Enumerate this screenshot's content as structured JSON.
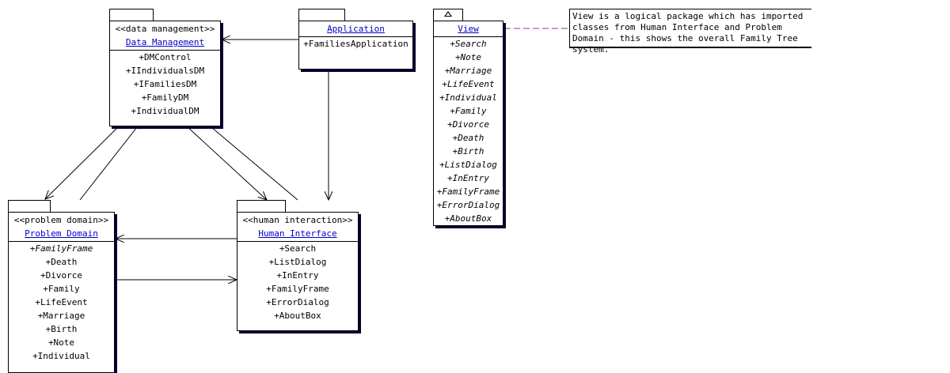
{
  "packages": {
    "data_management": {
      "stereotype": "<<data management>>",
      "name": "Data Management",
      "items": [
        "+DMControl",
        "+IIndividualsDM",
        "+IFamiliesDM",
        "+FamilyDM",
        "+IndividualDM"
      ]
    },
    "application": {
      "name": "Application",
      "items": [
        "+FamiliesApplication"
      ]
    },
    "view": {
      "name": "View",
      "items": [
        "+Search",
        "+Note",
        "+Marriage",
        "+LifeEvent",
        "+Individual",
        "+Family",
        "+Divorce",
        "+Death",
        "+Birth",
        "+ListDialog",
        "+InEntry",
        "+FamilyFrame",
        "+ErrorDialog",
        "+AboutBox"
      ]
    },
    "problem_domain": {
      "stereotype": "<<problem domain>>",
      "name": "Problem Domain",
      "items": [
        "+FamilyFrame",
        "+Death",
        "+Divorce",
        "+Family",
        "+LifeEvent",
        "+Marriage",
        "+Birth",
        "+Note",
        "+Individual"
      ]
    },
    "human_interface": {
      "stereotype": "<<human interaction>>",
      "name": "Human Interface",
      "items": [
        "+Search",
        "+ListDialog",
        "+InEntry",
        "+FamilyFrame",
        "+ErrorDialog",
        "+AboutBox"
      ]
    }
  },
  "note": {
    "text": "View is a logical package which has imported classes from Human Interface and Problem Domain - this shows the overall Family Tree system."
  },
  "colors": {
    "name_link": "#0000cc",
    "note_link": "#993399"
  }
}
